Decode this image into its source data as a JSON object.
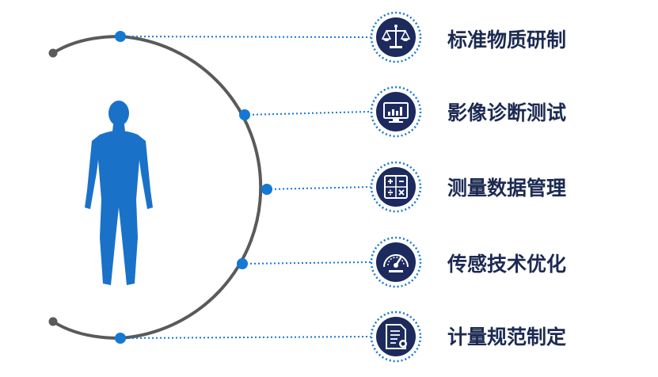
{
  "items": [
    {
      "label": "标准物质研制",
      "icon": "balance-scale-icon"
    },
    {
      "label": "影像诊断测试",
      "icon": "monitor-chart-icon"
    },
    {
      "label": "测量数据管理",
      "icon": "calculator-icon"
    },
    {
      "label": "传感技术优化",
      "icon": "gauge-icon"
    },
    {
      "label": "计量规范制定",
      "icon": "document-icon"
    }
  ],
  "colors": {
    "accent": "#1478d4",
    "arc": "#5a5a5a",
    "badge": "#1c2a5e",
    "text": "#1c2a52",
    "figure": "#1a72c8"
  }
}
